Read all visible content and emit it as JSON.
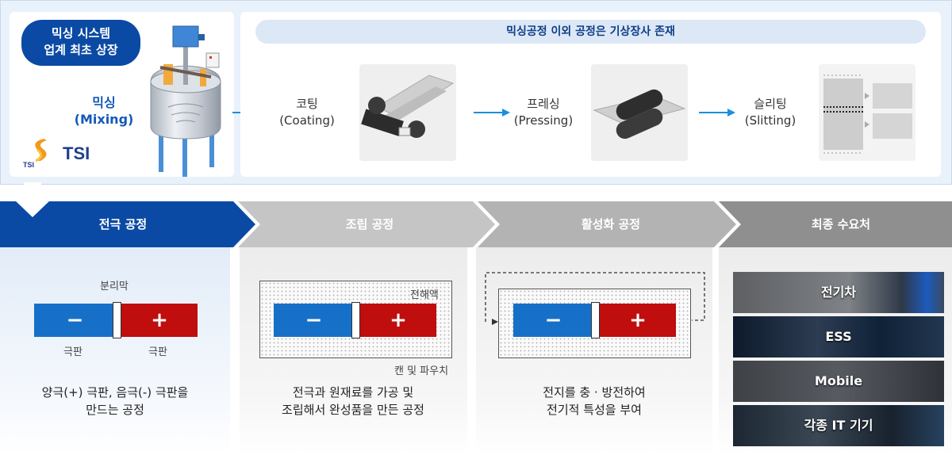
{
  "mixing": {
    "badge_line1": "믹싱 시스템",
    "badge_line2": "업계 최초 상장",
    "label_ko": "믹싱",
    "label_en": "(Mixing)",
    "logo_text": "TSI",
    "logo_small": "TSI"
  },
  "process": {
    "header": "믹싱공정 이외 공정은 기상장사 존재",
    "steps": [
      {
        "ko": "코팅",
        "en": "(Coating)"
      },
      {
        "ko": "프레싱",
        "en": "(Pressing)"
      },
      {
        "ko": "슬리팅",
        "en": "(Slitting)"
      }
    ]
  },
  "stages": [
    {
      "label": "전극 공정",
      "color": "#0b4aa4"
    },
    {
      "label": "조립 공정",
      "color": "#c5c5c5"
    },
    {
      "label": "활성화 공정",
      "color": "#b3b3b3"
    },
    {
      "label": "최종 수요처",
      "color": "#8f8f8f"
    }
  ],
  "electrode": {
    "separator": "분리막",
    "plate_left": "극판",
    "plate_right": "극판",
    "minus": "−",
    "plus": "+",
    "desc_line1": "양극(+) 극판, 음극(-) 극판을",
    "desc_line2": "만드는 공정"
  },
  "assembly": {
    "electrolyte": "전해액",
    "can": "캔 및 파우치",
    "minus": "−",
    "plus": "+",
    "desc_line1": "전극과 원재료를 가공 및",
    "desc_line2": "조립해서 완성품을 만든 공정"
  },
  "activation": {
    "minus": "−",
    "plus": "+",
    "desc_line1": "전지를 충 · 방전하여",
    "desc_line2": "전기적 특성을 부여"
  },
  "markets": [
    "전기차",
    "ESS",
    "Mobile",
    "각종 IT 기기"
  ],
  "colors": {
    "accent_blue": "#0b4aa4",
    "arrow_blue": "#1a8fe0",
    "negative": "#1770c8",
    "positive": "#c00d0d"
  }
}
